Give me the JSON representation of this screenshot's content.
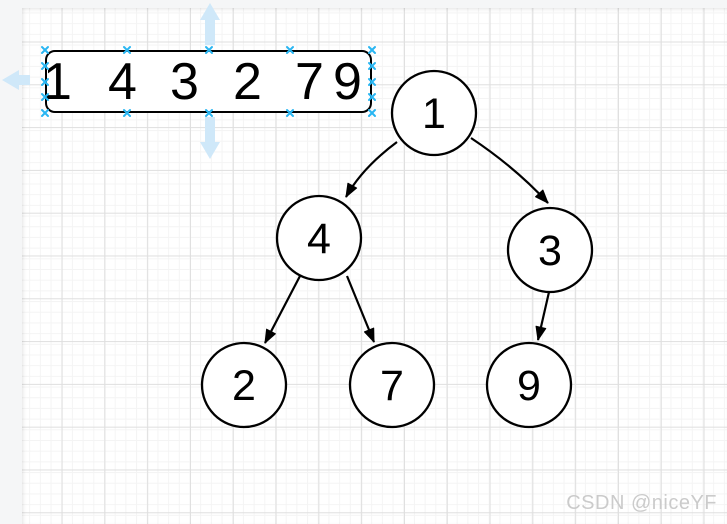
{
  "app": {
    "watermark": "CSDN @niceYF"
  },
  "colors": {
    "shape_stroke": "#000000",
    "shape_fill": "#ffffff",
    "handle_blue": "#29b6f2",
    "direction_arrow_blue": "#cfe8f9",
    "watermark_gray": "#cbcbcb",
    "grid_major": "#dfdfdf",
    "grid_minor": "#f4f4f4",
    "canvas_bg": "#ffffff",
    "outside_bg": "#f5f6f7"
  },
  "array_shape": {
    "values": [
      "1",
      "4",
      "3",
      "2",
      "7",
      "9"
    ],
    "selected": true
  },
  "tree": {
    "nodes": [
      {
        "id": "n1",
        "label": "1"
      },
      {
        "id": "n4",
        "label": "4"
      },
      {
        "id": "n3",
        "label": "3"
      },
      {
        "id": "n2",
        "label": "2"
      },
      {
        "id": "n7",
        "label": "7"
      },
      {
        "id": "n9",
        "label": "9"
      }
    ],
    "edges": [
      {
        "from": "n1",
        "to": "n4"
      },
      {
        "from": "n1",
        "to": "n3"
      },
      {
        "from": "n4",
        "to": "n2"
      },
      {
        "from": "n4",
        "to": "n7"
      },
      {
        "from": "n3",
        "to": "n9"
      }
    ]
  }
}
